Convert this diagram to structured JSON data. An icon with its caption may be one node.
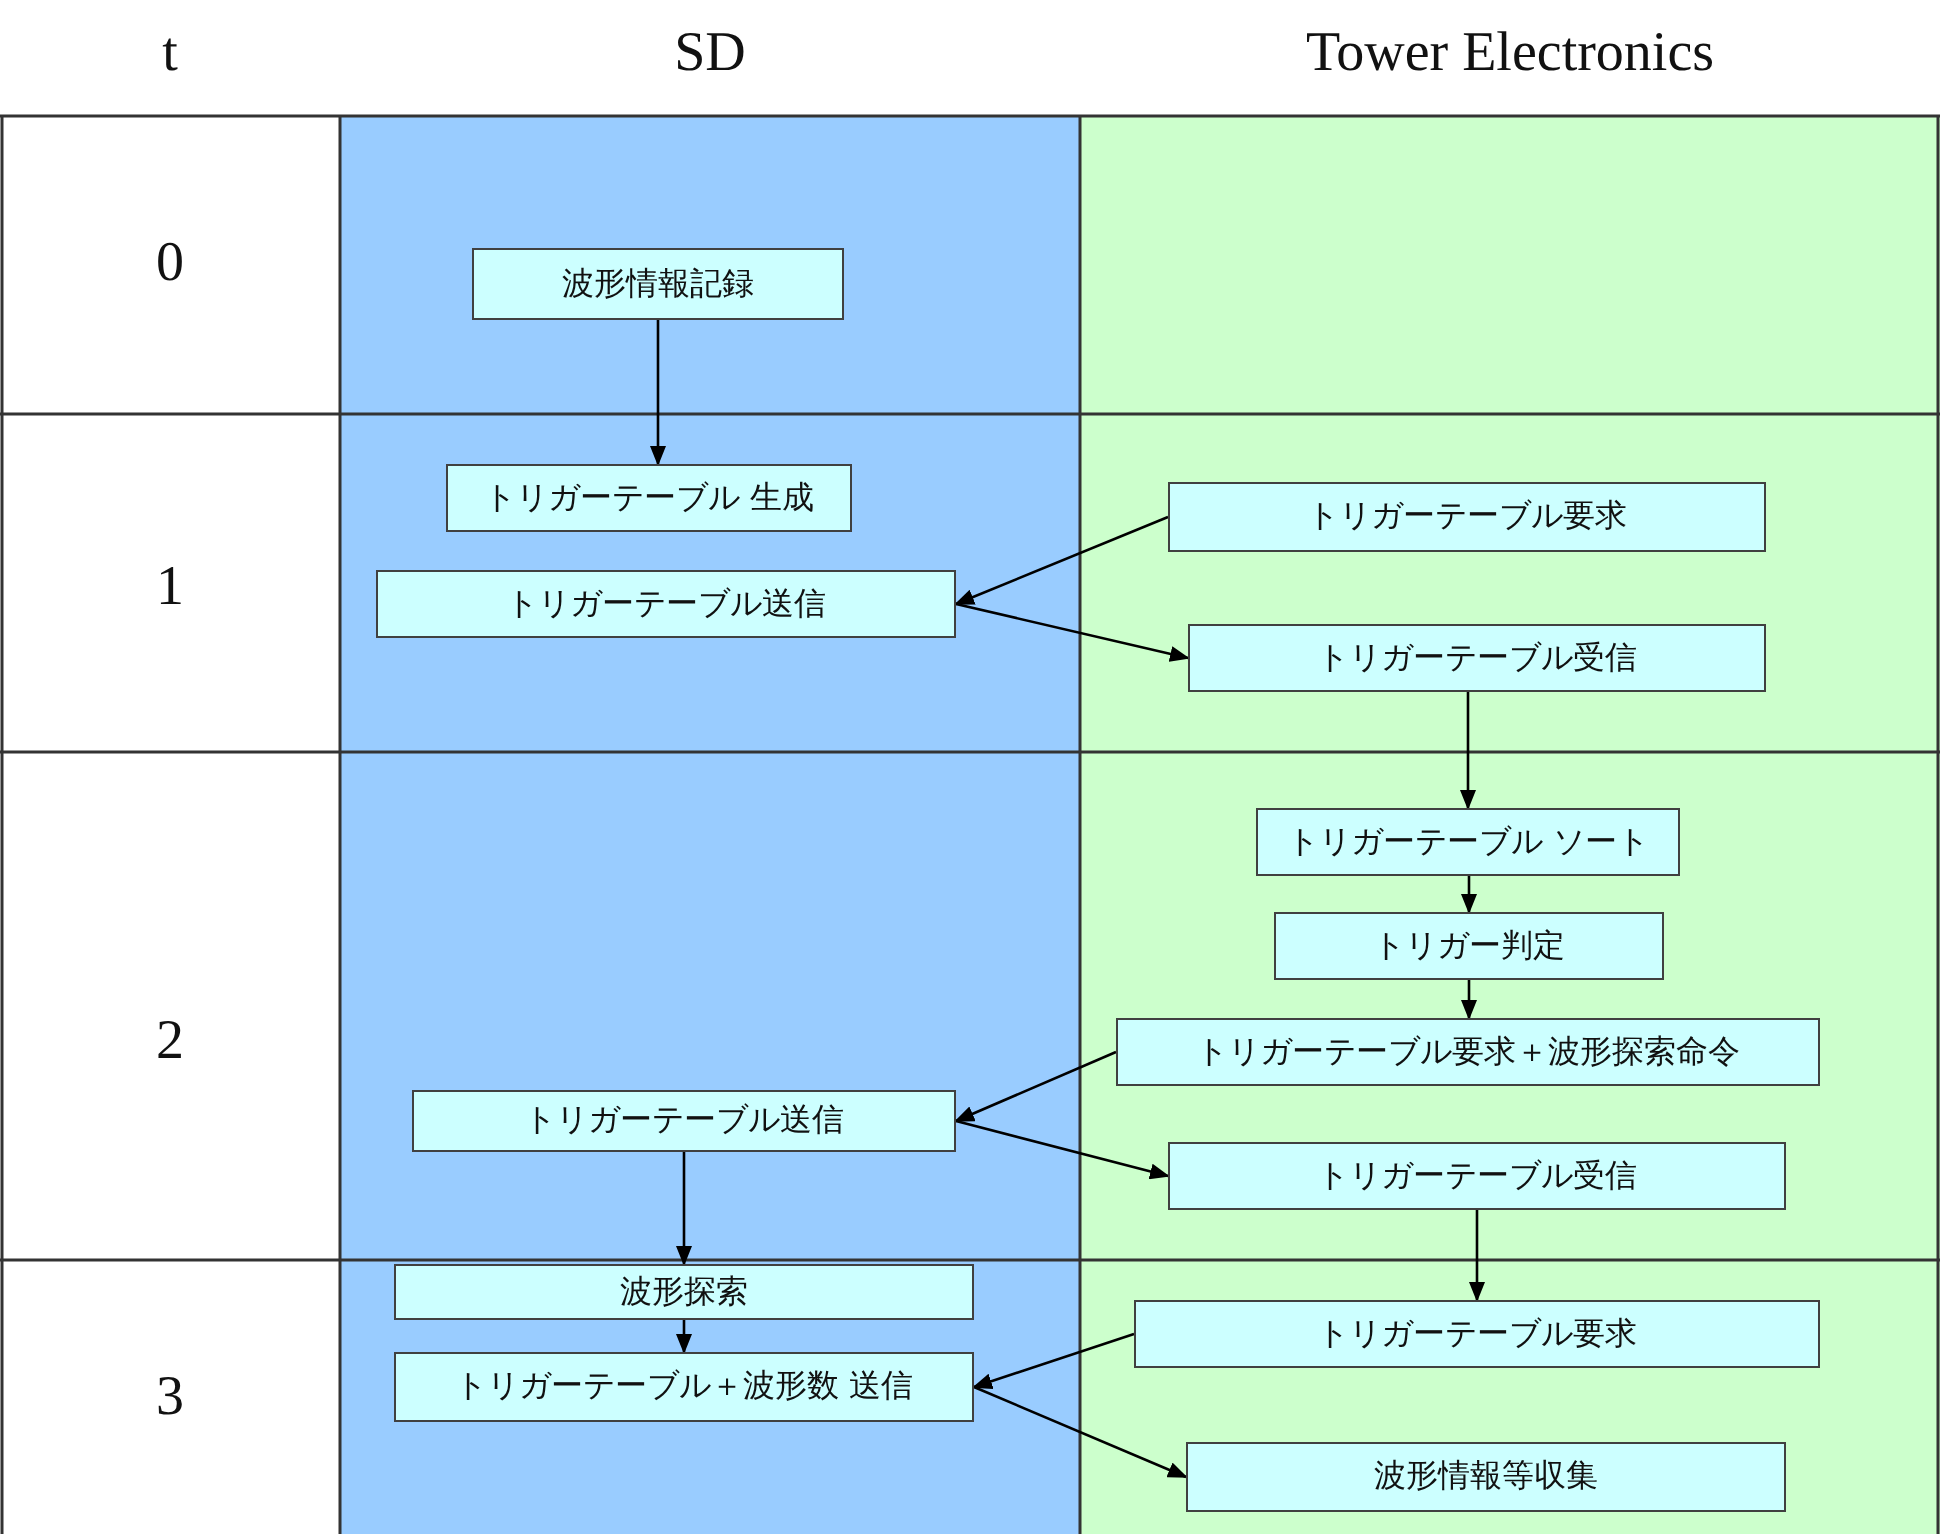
{
  "diagram": {
    "nodes": [
      {
        "text": [
          "波形情報記録"
        ]
      },
      {
        "text": [
          "トリガーテーブル 生成"
        ]
      },
      {
        "text": [
          "トリガーテーブル要求"
        ]
      },
      {
        "text": [
          "トリガーテーブル送信"
        ]
      },
      {
        "text": [
          "トリガーテーブル受信"
        ]
      },
      {
        "text": [
          "トリガーテーブル ソート"
        ]
      },
      {
        "text": [
          "トリガー判定"
        ]
      },
      {
        "text": [
          "トリガーテーブル要求＋波形探索命令"
        ]
      },
      {
        "text": [
          "トリガーテーブル送信"
        ]
      },
      {
        "text": [
          "トリガーテーブル受信"
        ]
      },
      {
        "text": [
          "波形探索"
        ]
      },
      {
        "text": [
          "トリガーテーブル＋波形数 送信"
        ]
      },
      {
        "text": [
          "トリガーテーブル要求"
        ]
      },
      {
        "text": [
          "波形情報等収集"
        ]
      }
    ],
    "edges": [
      {
        "from": 0,
        "to": 1,
        "arrow": "to"
      },
      {
        "from": 2,
        "to": 3,
        "arrow": "to"
      },
      {
        "from": 3,
        "to": 4,
        "arrow": "to"
      },
      {
        "from": 4,
        "to": 5,
        "arrow": "to"
      },
      {
        "from": 5,
        "to": 6,
        "arrow": "to"
      },
      {
        "from": 6,
        "to": 7,
        "arrow": "to"
      },
      {
        "from": 7,
        "to": 8,
        "arrow": "to"
      },
      {
        "from": 8,
        "to": 9,
        "arrow": "to"
      },
      {
        "from": 8,
        "to": 10,
        "arrow": "to"
      },
      {
        "from": 9,
        "to": 12,
        "arrow": "to"
      },
      {
        "from": 10,
        "to": 11,
        "arrow": "to"
      },
      {
        "from": 12,
        "to": 11,
        "arrow": "to"
      },
      {
        "from": 11,
        "to": 13,
        "arrow": "to"
      }
    ],
    "labels": [
      "t",
      "SD",
      "Tower Electronics",
      "0",
      "1",
      "2",
      "3"
    ]
  }
}
